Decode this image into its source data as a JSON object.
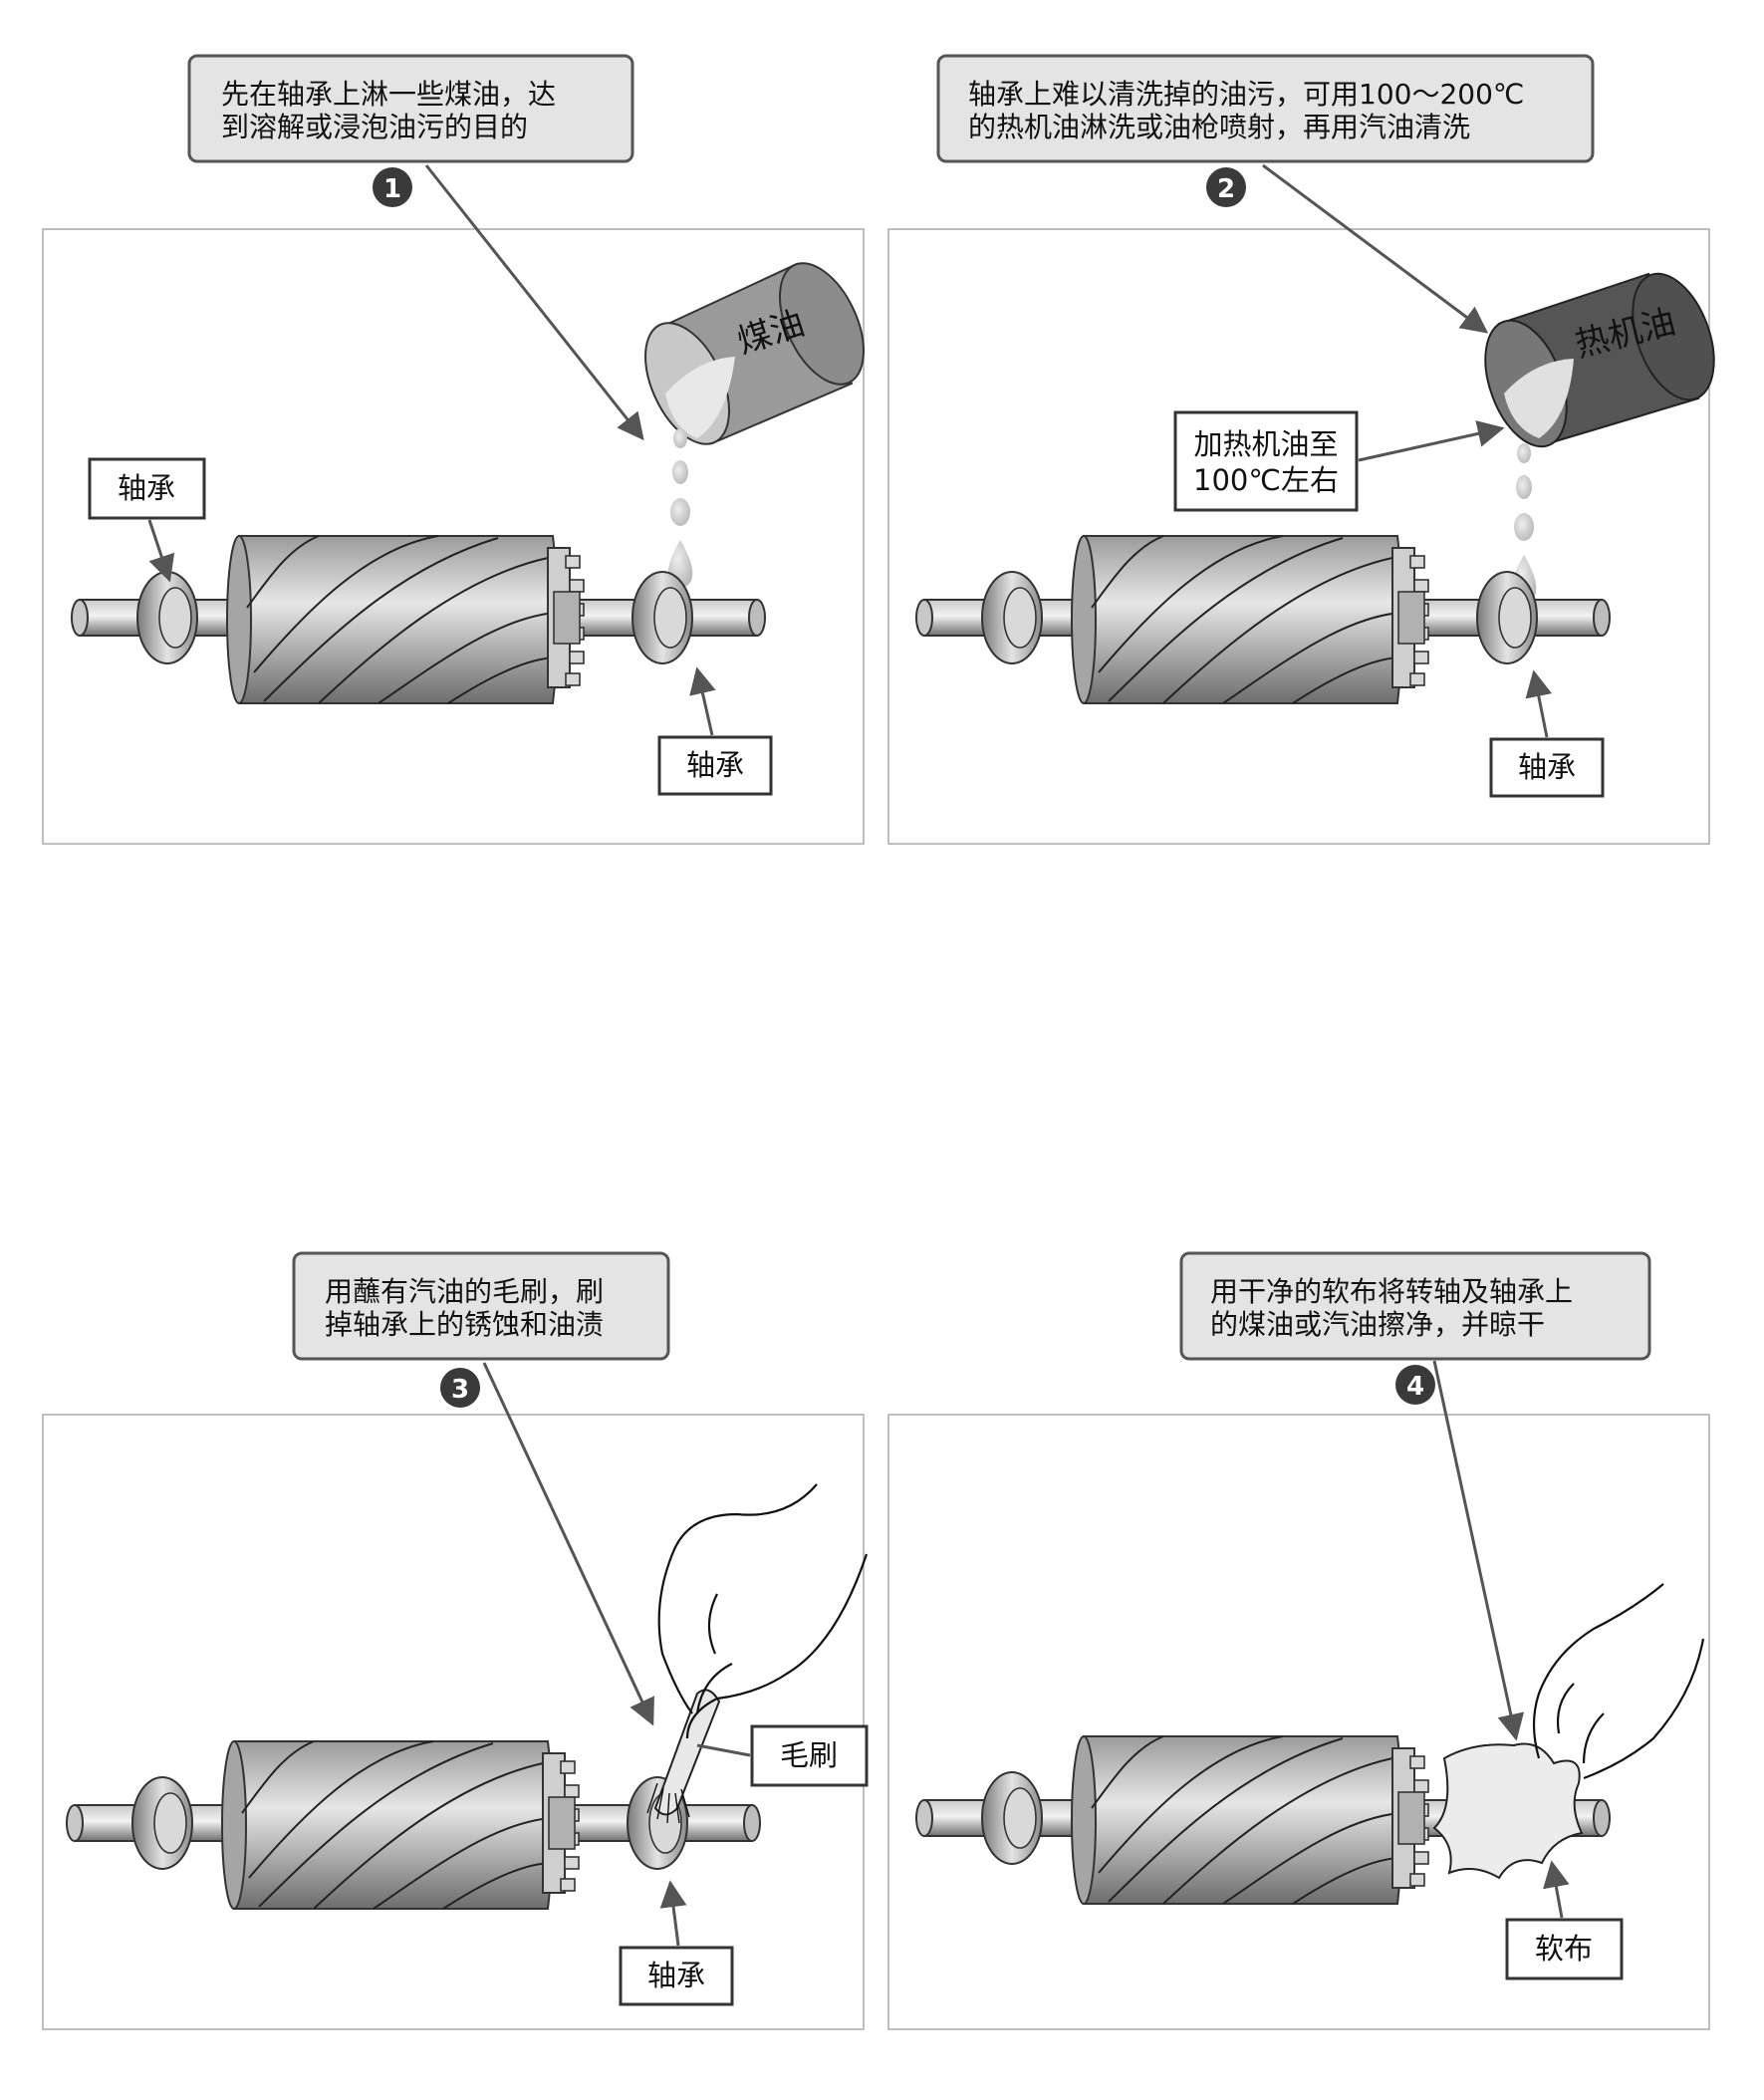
{
  "steps": [
    {
      "number": "1",
      "caption": [
        "先在轴承上淋一些煤油，达",
        "到溶解或浸泡油污的目的"
      ],
      "can_label": "煤油",
      "labels": {
        "bearing_left": "轴承",
        "bearing_right": "轴承"
      }
    },
    {
      "number": "2",
      "caption": [
        "轴承上难以清洗掉的油污，可用100～200℃",
        "的热机油淋洗或油枪喷射，再用汽油清洗"
      ],
      "can_label": "热机油",
      "labels": {
        "heat": [
          "加热机油至",
          "100℃左右"
        ],
        "bearing_right": "轴承"
      }
    },
    {
      "number": "3",
      "caption": [
        "用蘸有汽油的毛刷，刷",
        "掉轴承上的锈蚀和油渍"
      ],
      "labels": {
        "brush": "毛刷",
        "bearing_right": "轴承"
      }
    },
    {
      "number": "4",
      "caption": [
        "用干净的软布将转轴及轴承上",
        "的煤油或汽油擦净，并晾干"
      ],
      "labels": {
        "cloth": "软布"
      }
    }
  ],
  "colors": {
    "caption_fill": "#e4e4e4",
    "badge_fill": "#3a3a3a",
    "kerosene_can": "#9a9a9a",
    "hot_oil_can": "#555555",
    "rotor": "#b5b5b5",
    "shaft": "#8a8a8a",
    "arrow": "#555555"
  }
}
